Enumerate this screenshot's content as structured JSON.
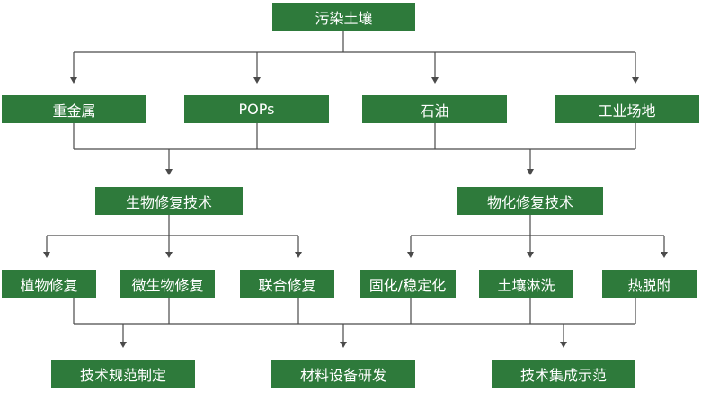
{
  "diagram": {
    "root": {
      "label": "污染土壤"
    },
    "pollutants": [
      {
        "label": "重金属"
      },
      {
        "label": "POPs"
      },
      {
        "label": "石油"
      },
      {
        "label": "工业场地"
      }
    ],
    "techniques": [
      {
        "label": "生物修复技术"
      },
      {
        "label": "物化修复技术"
      }
    ],
    "methods": [
      {
        "label": "植物修复"
      },
      {
        "label": "微生物修复"
      },
      {
        "label": "联合修复"
      },
      {
        "label": "固化/稳定化"
      },
      {
        "label": "土壤淋洗"
      },
      {
        "label": "热脱附"
      }
    ],
    "outcomes": [
      {
        "label": "技术规范制定"
      },
      {
        "label": "材料设备研发"
      },
      {
        "label": "技术集成示范"
      }
    ]
  },
  "style": {
    "box_color": "#2e7a3b",
    "text_color": "#ffffff",
    "line_color": "#4a4a4a"
  }
}
